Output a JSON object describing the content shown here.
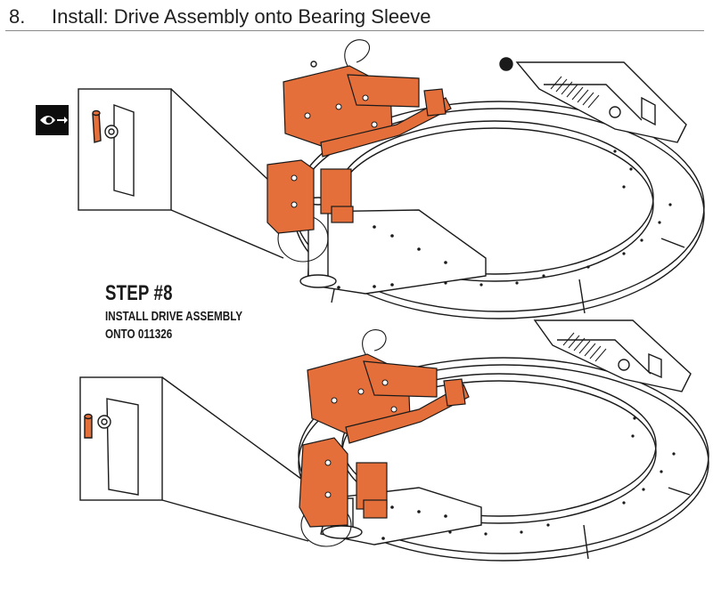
{
  "header": {
    "section_number": "8.",
    "title": "Install: Drive Assembly onto Bearing Sleeve"
  },
  "step": {
    "title": "STEP #8",
    "line1": "INSTALL DRIVE ASSEMBLY",
    "line2": "ONTO  011326"
  },
  "icons": {
    "view_indicator": "eye-arrow-icon"
  },
  "colors": {
    "drive_orange": "#e46f3a",
    "line": "#1a1a1a",
    "rule": "#8a8a8a"
  }
}
